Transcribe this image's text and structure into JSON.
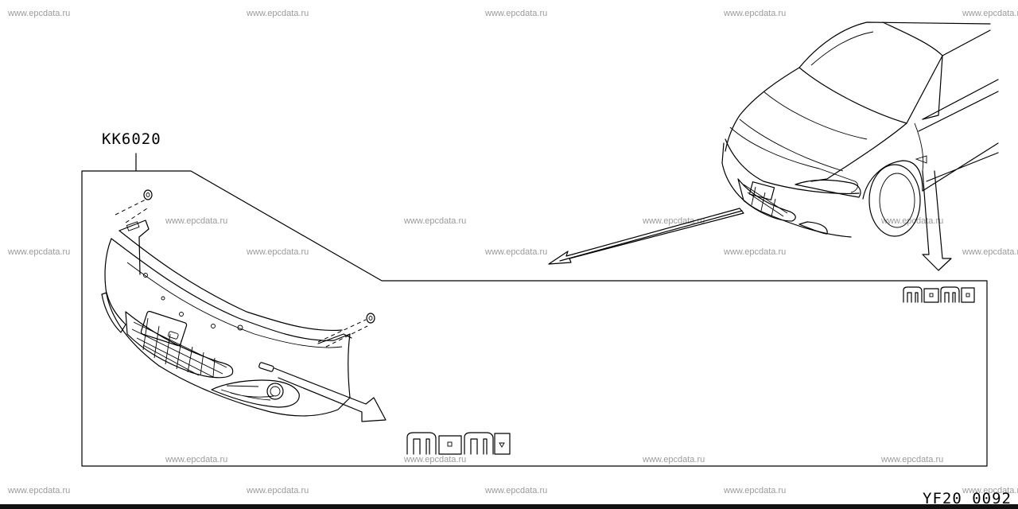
{
  "diagram": {
    "part_number": "KK6020",
    "diagram_code": "YF20 0092",
    "emblem_text": "momo",
    "watermark": "www.epcdata.ru"
  },
  "colors": {
    "line": "#000000",
    "watermark": "#9a9a9a",
    "background": "#ffffff"
  }
}
